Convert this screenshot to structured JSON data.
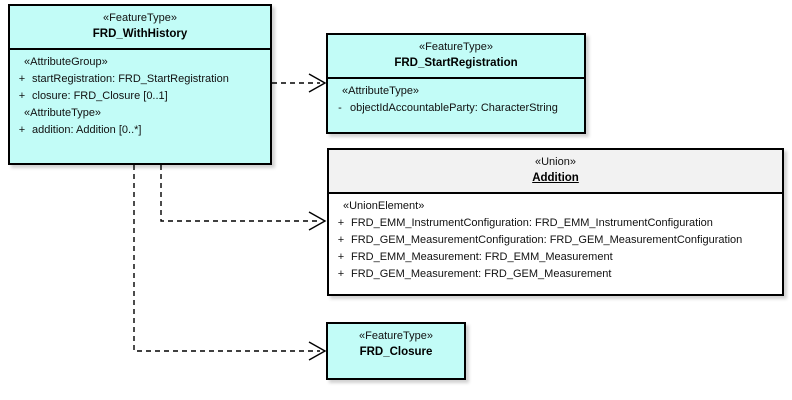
{
  "diagram": {
    "type": "uml-class-diagram",
    "background": "#ffffff",
    "colors": {
      "feature_type_fill": "#c2fcf7",
      "union_header_fill": "#f2f2f2",
      "union_body_fill": "#ffffff",
      "border": "#000000",
      "connector": "#000000"
    }
  },
  "classes": {
    "frd_with_history": {
      "stereotype": "«FeatureType»",
      "name": "FRD_WithHistory",
      "groups": [
        {
          "stereotype": "«AttributeGroup»",
          "attributes": [
            {
              "visibility": "+",
              "text": "startRegistration: FRD_StartRegistration"
            },
            {
              "visibility": "+",
              "text": "closure: FRD_Closure [0..1]"
            }
          ]
        },
        {
          "stereotype": "«AttributeType»",
          "attributes": [
            {
              "visibility": "+",
              "text": "addition: Addition [0..*]"
            }
          ]
        }
      ]
    },
    "frd_start_registration": {
      "stereotype": "«FeatureType»",
      "name": "FRD_StartRegistration",
      "groups": [
        {
          "stereotype": "«AttributeType»",
          "attributes": [
            {
              "visibility": "-",
              "text": "objectIdAccountableParty: CharacterString"
            }
          ]
        }
      ]
    },
    "addition": {
      "stereotype": "«Union»",
      "name": "Addition",
      "groups": [
        {
          "stereotype": "«UnionElement»",
          "attributes": [
            {
              "visibility": "+",
              "text": "FRD_EMM_InstrumentConfiguration: FRD_EMM_InstrumentConfiguration"
            },
            {
              "visibility": "+",
              "text": "FRD_GEM_MeasurementConfiguration: FRD_GEM_MeasurementConfiguration"
            },
            {
              "visibility": "+",
              "text": "FRD_EMM_Measurement: FRD_EMM_Measurement"
            },
            {
              "visibility": "+",
              "text": "FRD_GEM_Measurement: FRD_GEM_Measurement"
            }
          ]
        }
      ]
    },
    "frd_closure": {
      "stereotype": "«FeatureType»",
      "name": "FRD_Closure",
      "groups": []
    }
  },
  "connectors": [
    {
      "name": "dependency-withhistory-to-startregistration",
      "style": "dashed",
      "arrow": "open",
      "from": "frd_with_history",
      "to": "frd_start_registration"
    },
    {
      "name": "dependency-withhistory-to-addition",
      "style": "dashed",
      "arrow": "open",
      "from": "frd_with_history",
      "to": "addition"
    },
    {
      "name": "dependency-withhistory-to-closure",
      "style": "dashed",
      "arrow": "open",
      "from": "frd_with_history",
      "to": "frd_closure"
    }
  ]
}
